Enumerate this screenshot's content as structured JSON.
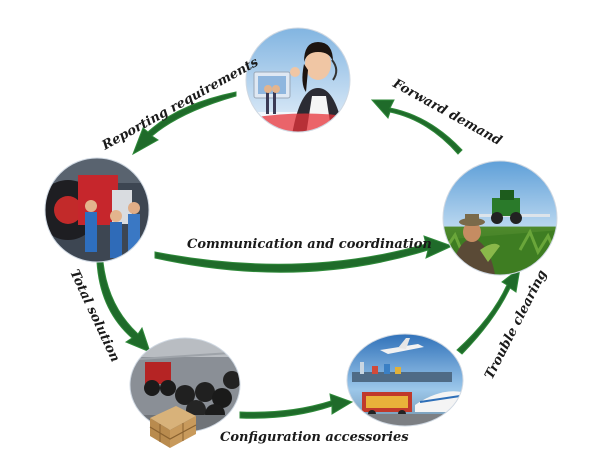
{
  "colors": {
    "arrow": "#1f6b2a",
    "arrow_light": "#2f8a3a",
    "label": "#1a1a1a",
    "background": "#ffffff"
  },
  "nodes": [
    {
      "id": "call-center",
      "icon": "call-center-photo-icon"
    },
    {
      "id": "workshop",
      "icon": "tractor-workshop-photo-icon"
    },
    {
      "id": "farmer",
      "icon": "farmer-field-photo-icon"
    },
    {
      "id": "warehouse",
      "icon": "tire-warehouse-photo-icon"
    },
    {
      "id": "transport",
      "icon": "transport-logistics-photo-icon"
    }
  ],
  "labels": {
    "reporting": "Reporting requirements",
    "forward": "Forward demand",
    "communication": "Communication and coordination",
    "total": "Total solution",
    "trouble": "Trouble clearing",
    "configuration": "Configuration accessories"
  }
}
